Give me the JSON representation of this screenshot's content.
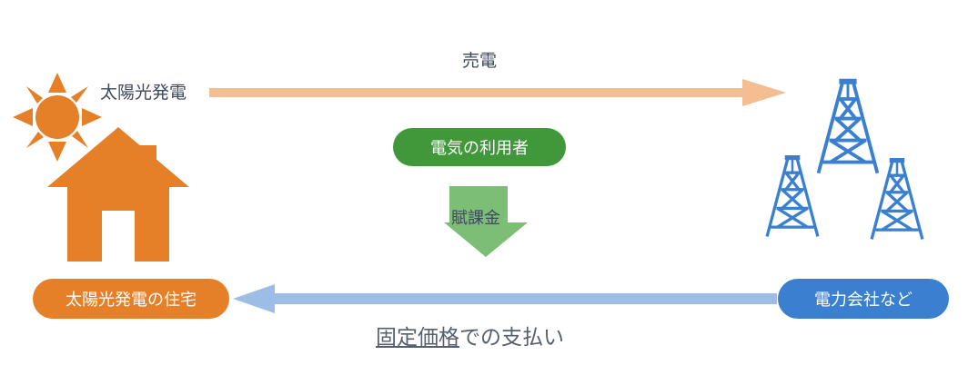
{
  "diagram": {
    "title_caption": {
      "underlined": "固定価格",
      "rest": "での支払い"
    },
    "labels": {
      "solar_generation": "太陽光発電",
      "sell_electricity": "売電"
    },
    "nodes": [
      {
        "id": "electricity-users",
        "label": "電気の利用者",
        "color": "#40983a",
        "shape": "rounded-pill"
      },
      {
        "id": "solar-house",
        "label": "太陽光発電の住宅",
        "color": "#e58029",
        "shape": "rounded-pill"
      },
      {
        "id": "power-company",
        "label": "電力会社など",
        "color": "#3a7fd0",
        "shape": "rounded-pill"
      }
    ],
    "arrows": [
      {
        "id": "sell-electricity-arrow",
        "label": "売電",
        "direction": "right",
        "color": "#f4bd92"
      },
      {
        "id": "surcharge-arrow",
        "label": "賦課金",
        "direction": "down",
        "color": "#7cbe76"
      },
      {
        "id": "payment-arrow",
        "label": "固定価格での支払い",
        "direction": "left",
        "color": "#9cbee6"
      }
    ],
    "icons": [
      {
        "id": "sun-icon",
        "name": "sun-icon",
        "color": "#e58029"
      },
      {
        "id": "house-icon",
        "name": "house-icon",
        "color": "#e58029"
      },
      {
        "id": "transmission-tower-icon-1",
        "name": "transmission-tower-icon",
        "color": "#3a7fd0"
      },
      {
        "id": "transmission-tower-icon-2",
        "name": "transmission-tower-icon",
        "color": "#3a7fd0"
      },
      {
        "id": "transmission-tower-icon-3",
        "name": "transmission-tower-icon",
        "color": "#3a7fd0"
      }
    ],
    "colors": {
      "orange": "#e58029",
      "blue": "#3a7fd0",
      "green_dark": "#40983a",
      "green_light": "#7cbe76",
      "peach": "#f4bd92",
      "light_blue": "#9cbee6",
      "text_dark": "#3e4a5c",
      "background": "#ffffff"
    }
  }
}
